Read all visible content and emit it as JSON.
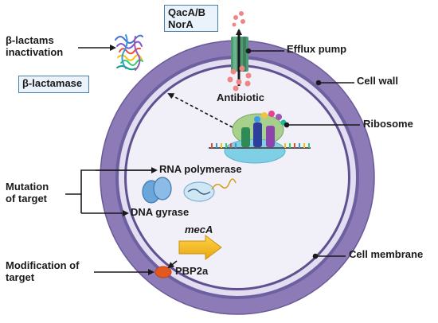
{
  "labels": {
    "qac_norA_line1": "QacA/B",
    "qac_norA_line2": "NorA",
    "beta_lactams_line1": "β-lactams",
    "beta_lactams_line2": "inactivation",
    "beta_lactamase": "β-lactamase",
    "efflux_pump": "Efflux pump",
    "cell_wall": "Cell wall",
    "antibiotic": "Antibiotic",
    "ribosome": "Ribosome",
    "mutation_line1": "Mutation",
    "mutation_line2": "of target",
    "rna_polymerase": "RNA polymerase",
    "dna_gyrase": "DNA gyrase",
    "meca": "mecA",
    "modification_line1": "Modification of",
    "modification_line2": "target",
    "pbp2a": "PBP2a",
    "cell_membrane": "Cell membrane"
  },
  "colors": {
    "cell_wall": "#8c7bb7",
    "cell_wall_edge": "#6b5a98",
    "membrane_band": "#e2ddf0",
    "interior": "#f1f0f8",
    "efflux_pump": "#4f9a74",
    "antibiotic": "#f08585",
    "meca_arrow": "#f0b61f",
    "pbp2a": "#e2581f",
    "label_box_border": "#4a7fa8",
    "label_box_fill": "#eaf3fb"
  }
}
